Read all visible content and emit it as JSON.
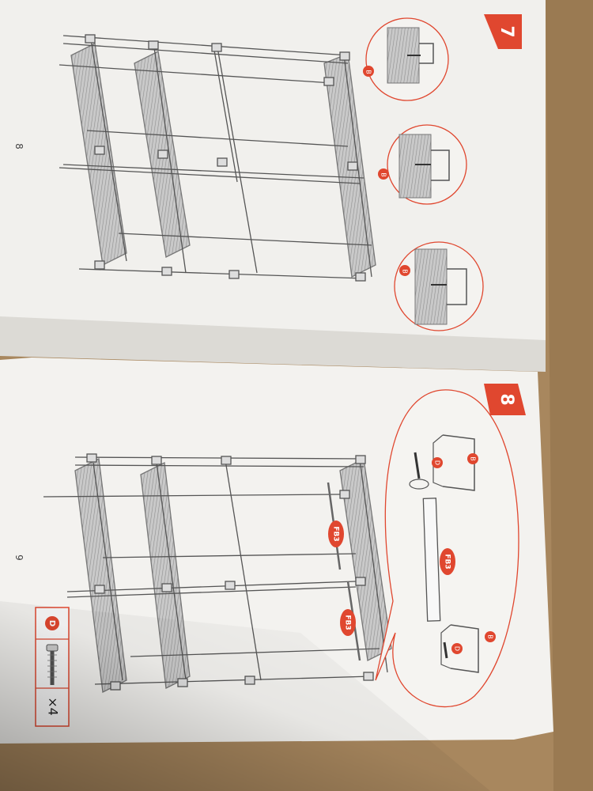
{
  "pages": {
    "top": {
      "step_number": "7",
      "page_number": "8",
      "callout_labels": [
        "B",
        "B",
        "B"
      ]
    },
    "bottom": {
      "step_number": "8",
      "page_number": "9",
      "rod_labels": [
        "FB3",
        "FB3"
      ],
      "callout": {
        "rod_label": "FB3",
        "bracket_labels": [
          "B",
          "B"
        ],
        "screw_labels": [
          "D",
          "D"
        ]
      },
      "parts_box": {
        "part_letter": "D",
        "quantity": "×4"
      }
    }
  },
  "colors": {
    "accent": "#e0472f",
    "paper": "#f3f2ef",
    "line": "#5a5a5a",
    "cardboard": "#a8875e"
  }
}
